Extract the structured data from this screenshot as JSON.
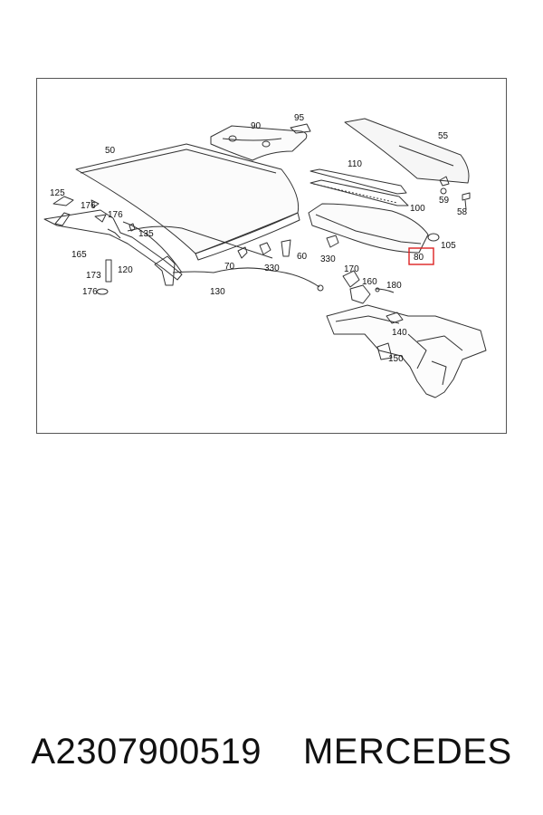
{
  "diagram": {
    "highlight_part": "80",
    "part_labels": [
      "50",
      "90",
      "95",
      "55",
      "110",
      "100",
      "125",
      "176",
      "176",
      "135",
      "165",
      "173",
      "120",
      "176",
      "130",
      "70",
      "330",
      "60",
      "330",
      "170",
      "160",
      "180",
      "140",
      "150",
      "59",
      "58",
      "105",
      "80"
    ]
  },
  "caption": {
    "part_number": "A2307900519",
    "brand": "MERCEDES"
  }
}
